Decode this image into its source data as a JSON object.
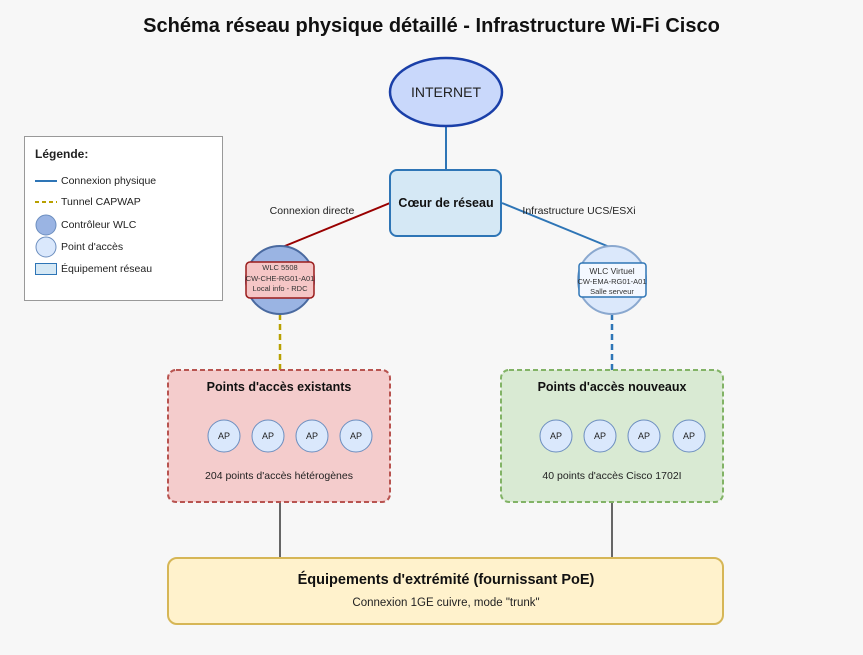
{
  "title": "Schéma réseau physique détaillé - Infrastructure Wi-Fi Cisco",
  "internet": {
    "label": "INTERNET"
  },
  "core": {
    "label": "Cœur de réseau"
  },
  "links": {
    "left_label": "Connexion directe",
    "right_label": "Infrastructure UCS/ESXi"
  },
  "wlc_left": {
    "lines": [
      "WLC 5508",
      "CW-CHE-RG01-A01",
      "Local info - RDC"
    ]
  },
  "wlc_right": {
    "lines": [
      "WLC Virtuel",
      "CW-EMA-RG01-A01",
      "Salle serveur"
    ]
  },
  "ap_group_left": {
    "title": "Points d'accès existants",
    "caption": "204 points d'accès hétérogènes",
    "aps": [
      "AP",
      "AP",
      "AP",
      "AP"
    ]
  },
  "ap_group_right": {
    "title": "Points d'accès nouveaux",
    "caption": "40 points d'accès Cisco 1702I",
    "aps": [
      "AP",
      "AP",
      "AP",
      "AP"
    ]
  },
  "endpoint": {
    "title": "Équipements d'extrémité (fournissant PoE)",
    "subtitle": "Connexion 1GE cuivre, mode \"trunk\""
  },
  "legend": {
    "title": "Légende:",
    "items": [
      {
        "label": "Connexion physique",
        "icon": "solid-line"
      },
      {
        "label": "Tunnel CAPWAP",
        "icon": "dashed-line"
      },
      {
        "label": "Contrôleur WLC",
        "icon": "circle-dark"
      },
      {
        "label": "Point d'accès",
        "icon": "circle-light"
      },
      {
        "label": "Équipement réseau",
        "icon": "rectangle"
      }
    ]
  },
  "colors": {
    "internet_fill": "#c9d8fb",
    "internet_stroke": "#1a3fa8",
    "core_fill": "#d5e8f5",
    "core_stroke": "#2e75b6",
    "physical_link": "#2e75b6",
    "direct_link": "#990000",
    "capwap_left": "#b8a000",
    "capwap_right": "#2e75b6",
    "wlc_left_fill": "#9ab4e3",
    "wlc_left_label_fill": "#f5c6c6",
    "wlc_left_label_stroke": "#9a1b1b",
    "wlc_right_fill": "#dbe8fb",
    "left_group_fill": "#f4cccc",
    "left_group_stroke": "#b85450",
    "right_group_fill": "#d9ead3",
    "right_group_stroke": "#82b366",
    "ap_fill": "#dae8fc",
    "ap_stroke": "#6c8ebf",
    "endpoint_fill": "#fff2cc",
    "endpoint_stroke": "#d6b656"
  }
}
